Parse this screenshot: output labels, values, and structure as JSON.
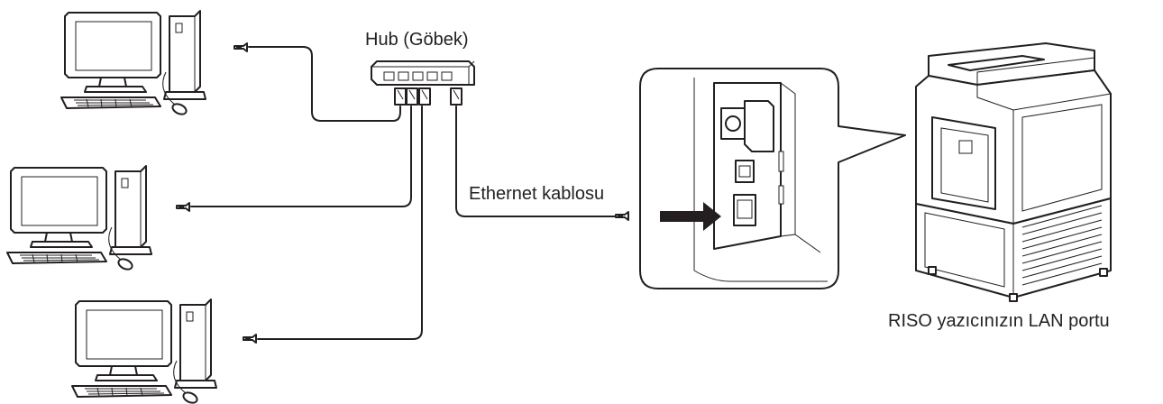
{
  "labels": {
    "hub": "Hub (Göbek)",
    "cable": "Ethernet kablosu",
    "printer_port": "RISO yazıcınızın LAN portu"
  },
  "icons": [
    "computer-icon",
    "hub-icon",
    "ethernet-plug-icon",
    "lan-port-icon",
    "arrow-icon",
    "printer-icon"
  ],
  "colors": {
    "line": "#231f20",
    "background": "#ffffff"
  }
}
